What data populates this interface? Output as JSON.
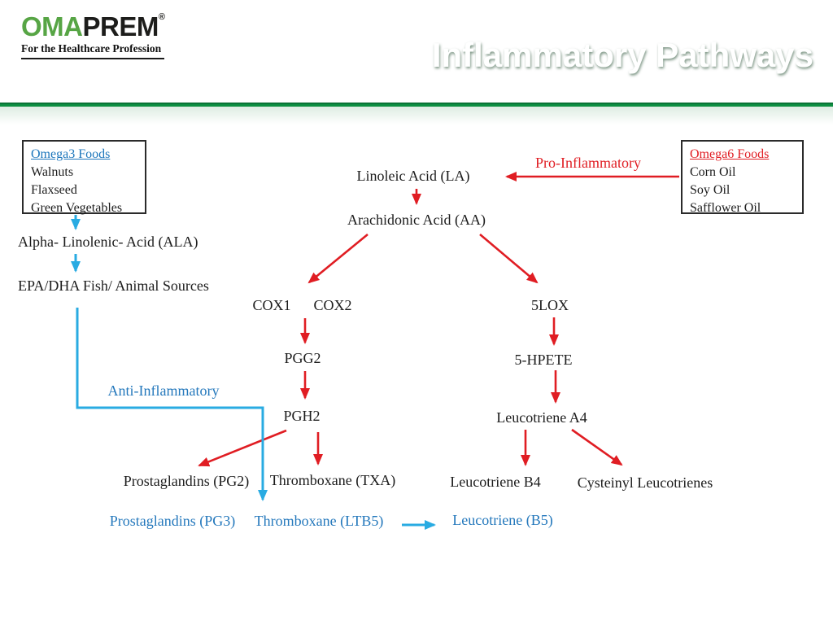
{
  "header": {
    "logo": {
      "brand_prefix": "OMA",
      "brand_suffix": "PREM",
      "mark": "®",
      "tagline": "For the Healthcare Profession"
    },
    "title": "Inflammatory Pathways"
  },
  "boxes": {
    "omega3": {
      "title": "Omega3 Foods",
      "items": [
        "Walnuts",
        "Flaxseed",
        "Green Vegetables"
      ]
    },
    "omega6": {
      "title": "Omega6 Foods",
      "items": [
        "Corn Oil",
        "Soy Oil",
        "Safflower Oil"
      ]
    }
  },
  "pathway": {
    "pro_inflammatory": "Pro-Inflammatory",
    "anti_inflammatory": "Anti-Inflammatory",
    "linoleic_acid": "Linoleic Acid (LA)",
    "arachidonic_acid": "Arachidonic Acid (AA)",
    "alpha_linolenic_acid": "Alpha- Linolenic- Acid (ALA)",
    "epa_dha": "EPA/DHA Fish/ Animal Sources",
    "cox1": "COX1",
    "cox2": "COX2",
    "pgg2": "PGG2",
    "pgh2": "PGH2",
    "five_lox": "5LOX",
    "five_hpete": "5-HPETE",
    "leucotriene_a4": "Leucotriene A4",
    "leucotriene_b4": "Leucotriene B4",
    "cysteinyl_leucotrienes": "Cysteinyl Leucotrienes",
    "prostaglandins_pg2": "Prostaglandins (PG2)",
    "thromboxane_txa": "Thromboxane (TXA)",
    "prostaglandins_pg3": "Prostaglandins (PG3)",
    "thromboxane_ltb5": "Thromboxane (LTB5)",
    "leucotriene_b5": "Leucotriene (B5)"
  },
  "colors": {
    "pro_inflammatory_red": "#e01d23",
    "anti_inflammatory_text_blue": "#2478bc",
    "anti_inflammatory_arrow_blue": "#29abe2",
    "omega3_link_blue": "#1b75bb",
    "header_green_dark": "#1e8a44",
    "separator_green": "#0c8a3c",
    "logo_green": "#57a545",
    "body_text_black": "#1c1c1c"
  }
}
